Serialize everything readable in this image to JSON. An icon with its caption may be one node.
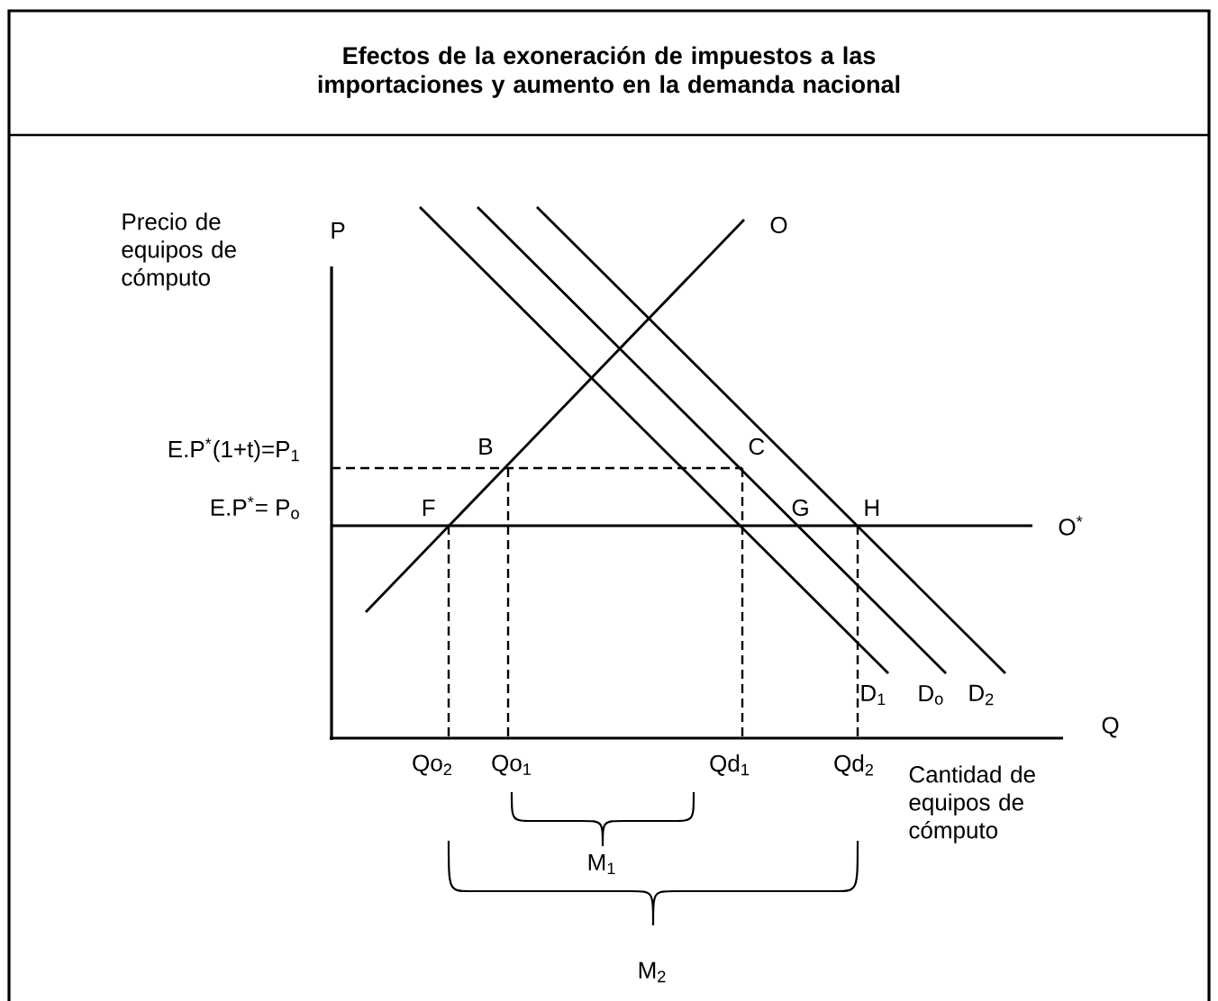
{
  "diagram": {
    "title": "Efectos de la exoneración de impuestos a las importaciones y aumento en la demanda nacional",
    "labels": [
      "P",
      "Precio de equipos de cómputo",
      "O",
      "E.P$^{*}$(1+t)=P$_{1}$",
      "B",
      "C",
      "E.P$^{*}$= P$_{o}$",
      "F",
      "G",
      "H",
      "O$^{*}$",
      "D$_{1}$",
      "D$_{o}$",
      "D$_{2}$",
      "Q",
      "Qo$_{2}$",
      "Qo$_{1}$",
      "Qd$_{1}$",
      "Qd$_{2}$",
      "Cantidad de equipos de cómputo",
      "M$_{1}$",
      "M$_{2}$"
    ]
  }
}
